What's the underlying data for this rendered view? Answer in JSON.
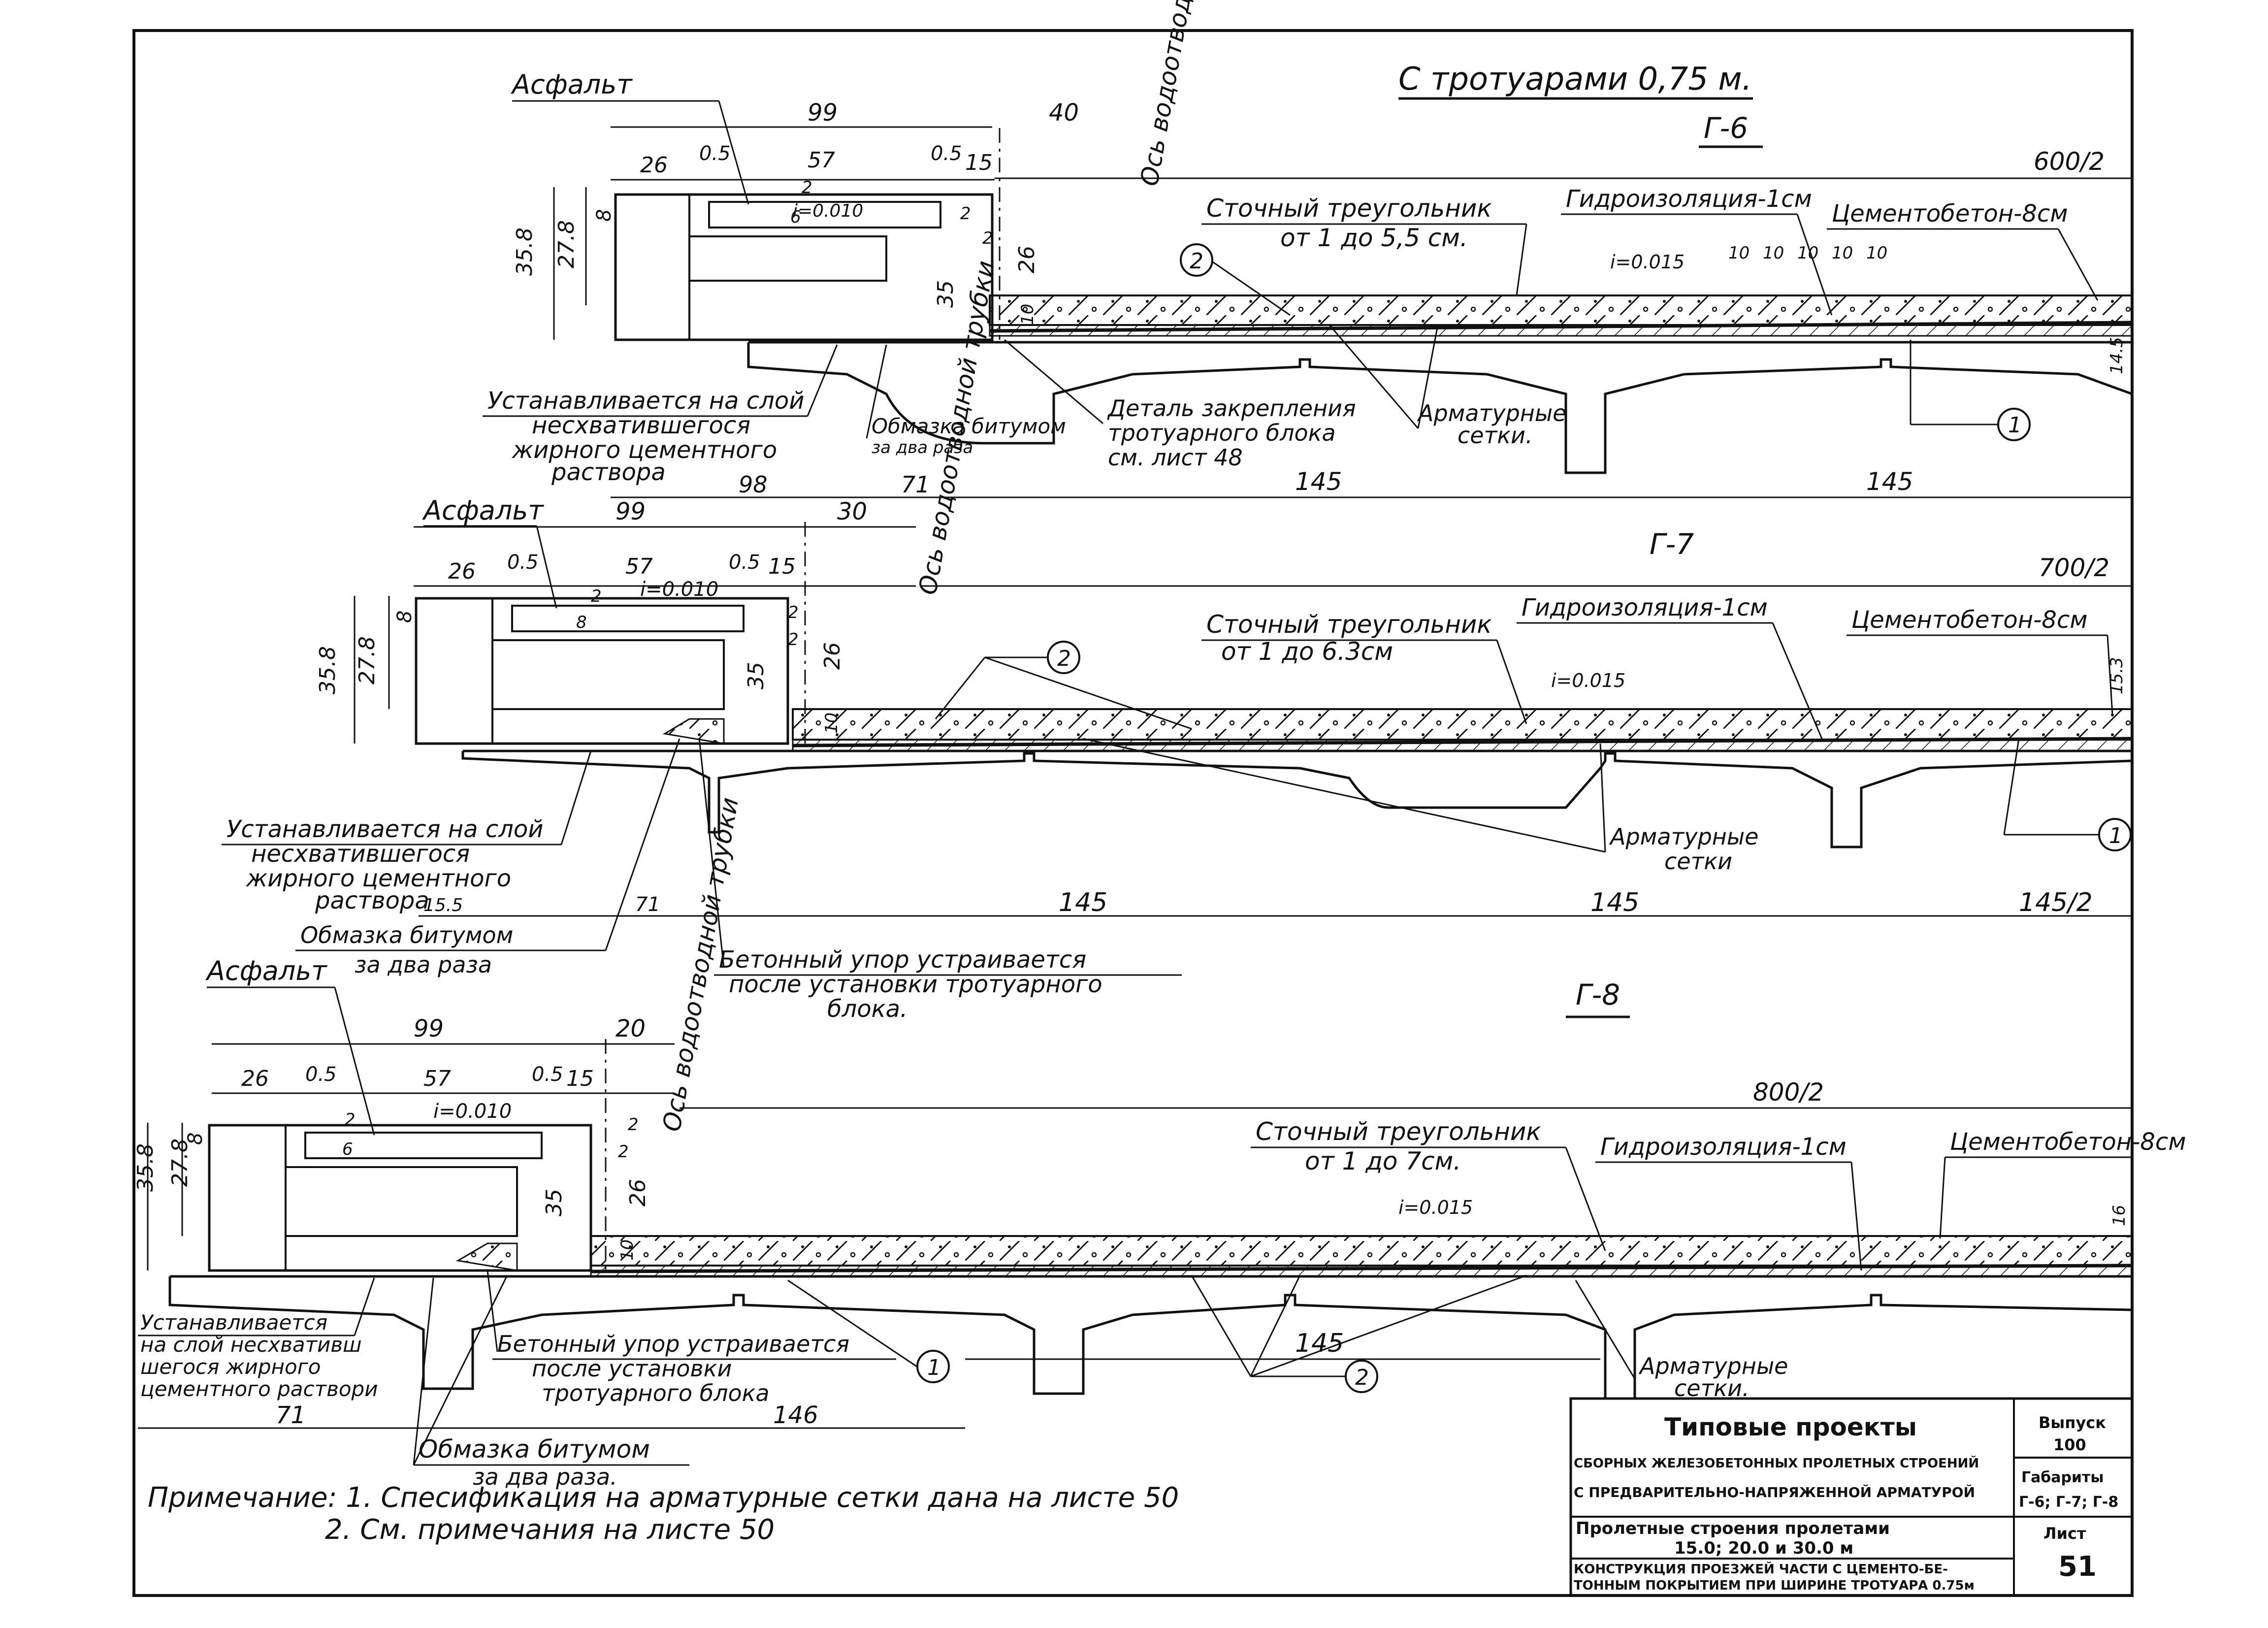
{
  "header": {
    "title": "С  тротуарами  0,75 м."
  },
  "sections": [
    {
      "gabarit": "Г-6",
      "width": "600/2",
      "dims_top": [
        "99",
        "40",
        "26",
        "0.5",
        "57",
        "0.5",
        "15"
      ],
      "slope_sidewalk": "i=0.010",
      "slope_road": "i=0.015",
      "dims_left": [
        "35.8",
        "27.8",
        "8"
      ],
      "dims_small": [
        "6",
        "2",
        "2",
        "2",
        "26",
        "35",
        "10"
      ],
      "spacing": [
        "10",
        "10",
        "10",
        "10",
        "10"
      ],
      "edge": "14.5",
      "dims_bottom": [
        "98",
        "71",
        "145",
        "145"
      ],
      "labels": {
        "asphalt": "Асфальт",
        "pipe": "Ось водоотводной трубки",
        "triangle": "Сточный треугольник",
        "triangle_range": "от 1 до 5,5 см.",
        "hydro": "Гидроизоляция-1см",
        "concrete": "Цементобетон-8см",
        "install_1": "Устанавливается на слой",
        "install_2": "несхватившегося",
        "install_3": "жирного цементного",
        "install_4": "раствора",
        "bitumen_1": "Обмазка битумом",
        "bitumen_2": "за два раза",
        "detail_1": "Деталь закрепления",
        "detail_2": "тротуарного блока",
        "detail_3": "см. лист 48",
        "mesh_1": "Арматурные",
        "mesh_2": "сетки."
      },
      "callouts": [
        "2",
        "1"
      ]
    },
    {
      "gabarit": "Г-7",
      "width": "700/2",
      "dims_top": [
        "99",
        "30",
        "26",
        "0.5",
        "57",
        "0.5",
        "15"
      ],
      "slope_sidewalk": "i=0.010",
      "slope_road": "i=0.015",
      "dims_left": [
        "35.8",
        "27.8",
        "8"
      ],
      "dims_small": [
        "8",
        "2",
        "2",
        "2",
        "26",
        "35",
        "10"
      ],
      "edge": "15.3",
      "dims_bottom": [
        "15.5",
        "71",
        "145",
        "145",
        "145/2"
      ],
      "labels": {
        "asphalt": "Асфальт",
        "pipe": "Ось водоотводной трубки",
        "triangle": "Сточный треугольник",
        "triangle_range": "от 1 до 6.3см",
        "hydro": "Гидроизоляция-1см",
        "concrete": "Цементобетон-8см",
        "install_1": "Устанавливается на слой",
        "install_2": "несхватившегося",
        "install_3": "жирного цементного",
        "install_4": "раствора",
        "bitumen_1": "Обмазка битумом",
        "bitumen_2": "за два раза",
        "stop_1": "Бетонный упор устраивается",
        "stop_2": "после установки тротуарного",
        "stop_3": "блока.",
        "mesh_1": "Арматурные",
        "mesh_2": "сетки"
      },
      "callouts": [
        "2",
        "1"
      ]
    },
    {
      "gabarit": "Г-8",
      "width": "800/2",
      "dims_top": [
        "99",
        "20",
        "26",
        "0.5",
        "57",
        "0.5",
        "15"
      ],
      "slope_sidewalk": "i=0.010",
      "slope_road": "i=0.015",
      "dims_left": [
        "35.8",
        "27.8",
        "8"
      ],
      "dims_small": [
        "6",
        "2",
        "2",
        "2",
        "26",
        "35",
        "10"
      ],
      "edge": "16",
      "dims_bottom": [
        "71",
        "146",
        "145"
      ],
      "labels": {
        "asphalt": "Асфальт",
        "pipe": "Ось водоотводной трубки",
        "triangle": "Сточный треугольник",
        "triangle_range": "от 1 до 7см.",
        "hydro": "Гидроизоляция-1см",
        "concrete": "Цементобетон-8см",
        "install_1": "Устанавливается",
        "install_2": "на слой несхвативш",
        "install_3": "шегося жирного",
        "install_4": "цементного раствори",
        "bitumen_1": "Обмазка битумом",
        "bitumen_2": "за два раза.",
        "stop_1": "Бетонный упор устраивается",
        "stop_2": "после установки",
        "stop_3": "тротуарного блока",
        "mesh_1": "Арматурные",
        "mesh_2": "сетки."
      },
      "callouts": [
        "1",
        "2"
      ]
    }
  ],
  "notes": {
    "line1": "Примечание: 1. Спесификация   на   арматурные  сетки  дана   на   листе  50",
    "line2": "2. См.  примечания   на  листе  50"
  },
  "title_block": {
    "project_title": "Типовые проекты",
    "project_sub1": "СБОРНЫХ ЖЕЛЕЗОБЕТОННЫХ ПРОЛЕТНЫХ СТРОЕНИЙ",
    "project_sub2": "С ПРЕДВАРИТЕЛЬНО-НАПРЯЖЕННОЙ АРМАТУРОЙ",
    "issue_label": "Выпуск",
    "issue_value": "100",
    "gabarits_label": "Габариты",
    "gabarits_value": "Г-6; Г-7; Г-8",
    "spans_title": "Пролетные  строения  пролетами",
    "spans_value": "15.0;  20.0  и  30.0 м",
    "sheet_label": "Лист",
    "sheet_value": "51",
    "desc1": "КОНСТРУКЦИЯ ПРОЕЗЖЕЙ ЧАСТИ С ЦЕМЕНТО-БЕ-",
    "desc2": "ТОННЫМ ПОКРЫТИЕМ ПРИ ШИРИНЕ ТРОТУАРА 0.75м"
  }
}
